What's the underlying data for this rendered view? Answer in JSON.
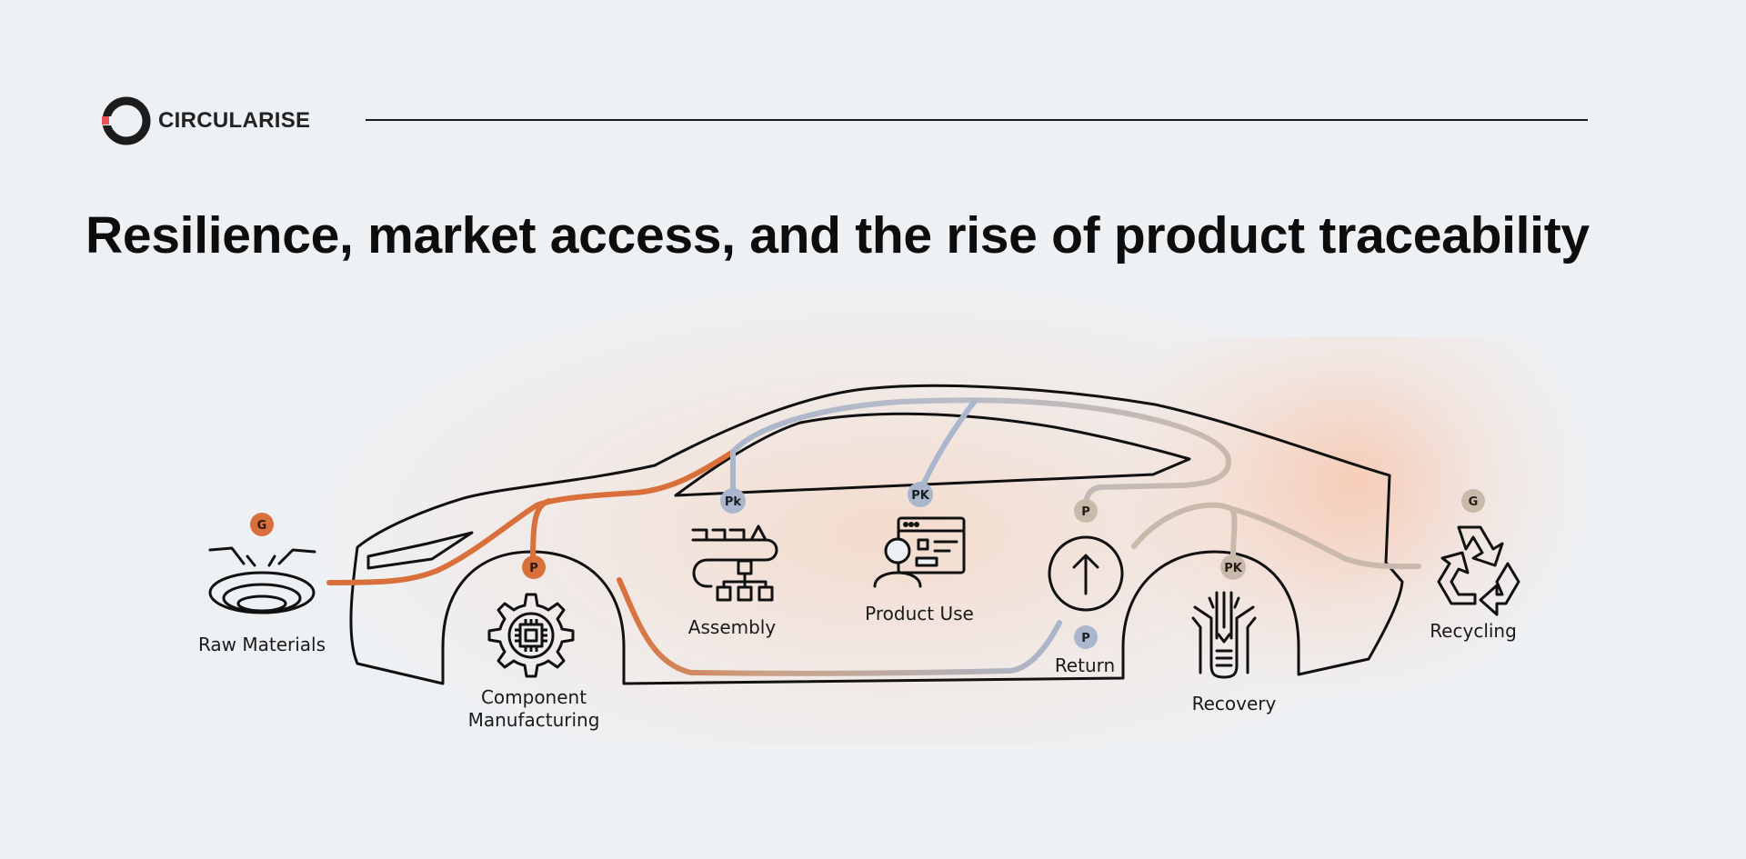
{
  "brand": {
    "name": "CIRCULARISE",
    "accent": "#e8505b"
  },
  "title": "Resilience, market access, and the rise of product traceability",
  "colors": {
    "orange": "#d9703b",
    "blue_gray": "#aab6cc",
    "beige": "#c9b9ab",
    "outline": "#111111",
    "glow": "#ffb48a"
  },
  "stages": [
    {
      "id": "raw-materials",
      "label": "Raw Materials",
      "icon": "raw-materials-icon",
      "badge": "G",
      "badge_color": "orange"
    },
    {
      "id": "component-manufacturing",
      "label_lines": [
        "Component",
        "Manufacturing"
      ],
      "icon": "gear-chip-icon",
      "badge": "P",
      "badge_color": "orange"
    },
    {
      "id": "assembly",
      "label": "Assembly",
      "icon": "assembly-flow-icon",
      "badge": "Pk",
      "badge_color": "blue_gray"
    },
    {
      "id": "product-use",
      "label": "Product Use",
      "icon": "user-dashboard-icon",
      "badge": "PK",
      "badge_color": "blue_gray"
    },
    {
      "id": "return",
      "label": "Return",
      "icon": "return-arrow-icon",
      "badges": [
        "P",
        "P"
      ],
      "badge_colors": [
        "beige",
        "blue_gray"
      ]
    },
    {
      "id": "recovery",
      "label": "Recovery",
      "icon": "recovery-funnel-icon",
      "badge": "PK",
      "badge_color": "beige"
    },
    {
      "id": "recycling",
      "label": "Recycling",
      "icon": "recycle-icon",
      "badge": "G",
      "badge_color": "beige"
    }
  ]
}
